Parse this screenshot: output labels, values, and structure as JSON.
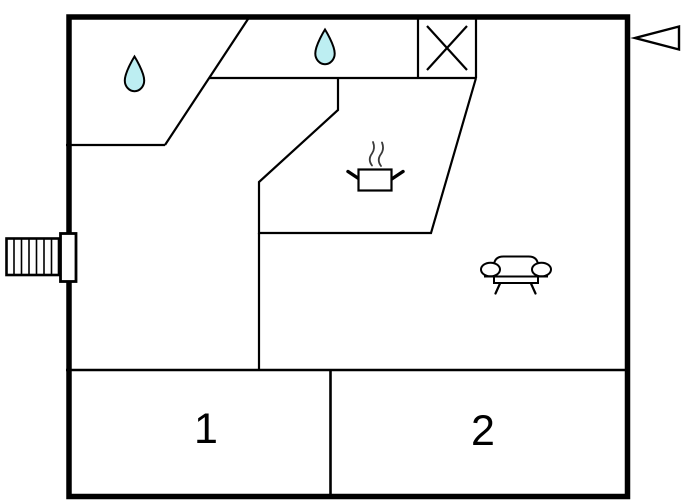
{
  "diagram": {
    "type": "floorplan",
    "colors": {
      "line": "#000000",
      "background": "#ffffff",
      "water_drop_fill": "#bdeef2"
    },
    "rooms": [
      {
        "label": "1"
      },
      {
        "label": "2"
      }
    ],
    "fixtures": [
      {
        "icon": "water-drop-icon",
        "instance": "top-left-room"
      },
      {
        "icon": "water-drop-icon",
        "instance": "top-middle-room"
      },
      {
        "icon": "crossed-box-icon",
        "instance": "top-right-cell"
      },
      {
        "icon": "cooking-pot-steam-icon",
        "instance": "kitchen"
      },
      {
        "icon": "sofa-icon",
        "instance": "living-room"
      },
      {
        "icon": "staircase-icon",
        "instance": "left-exterior"
      },
      {
        "icon": "door-opening-icon",
        "instance": "left-wall"
      },
      {
        "icon": "entrance-arrow-icon",
        "instance": "right-exterior"
      }
    ]
  }
}
